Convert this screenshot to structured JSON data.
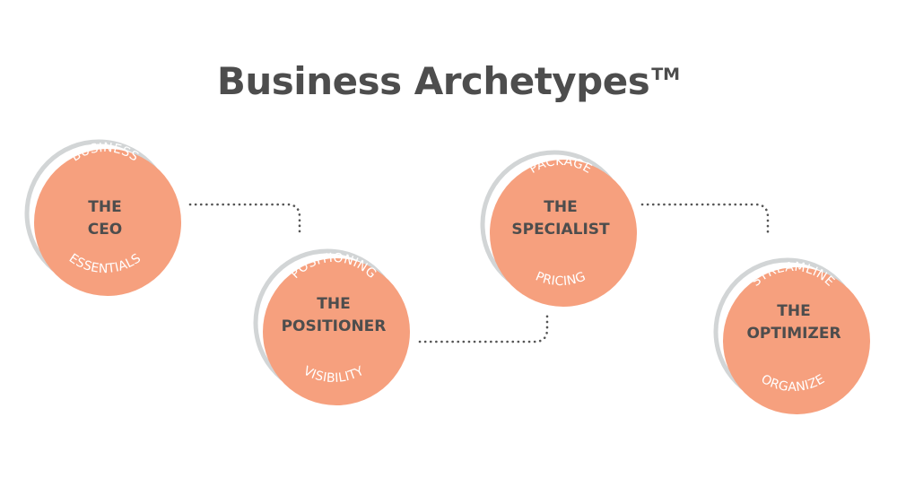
{
  "title": {
    "text": "Business Archetypes",
    "trademark": "TM"
  },
  "colors": {
    "circle_fill": "#F6A07E",
    "ring": "#D2D5D6",
    "heading_text": "#4D4D4D",
    "arc_text": "#FFFFFF",
    "connector": "#555555"
  },
  "archetypes": [
    {
      "top_arc": "BUSINESS",
      "name_line1": "THE",
      "name_line2": "CEO",
      "bottom_arc": "ESSENTIALS"
    },
    {
      "top_arc": "POSITIONING",
      "name_line1": "THE",
      "name_line2": "POSITIONER",
      "bottom_arc": "VISIBILITY"
    },
    {
      "top_arc": "PACKAGE",
      "name_line1": "THE",
      "name_line2": "SPECIALIST",
      "bottom_arc": "PRICING"
    },
    {
      "top_arc": "STREAMLINE",
      "name_line1": "THE",
      "name_line2": "OPTIMIZER",
      "bottom_arc": "ORGANIZE"
    }
  ]
}
